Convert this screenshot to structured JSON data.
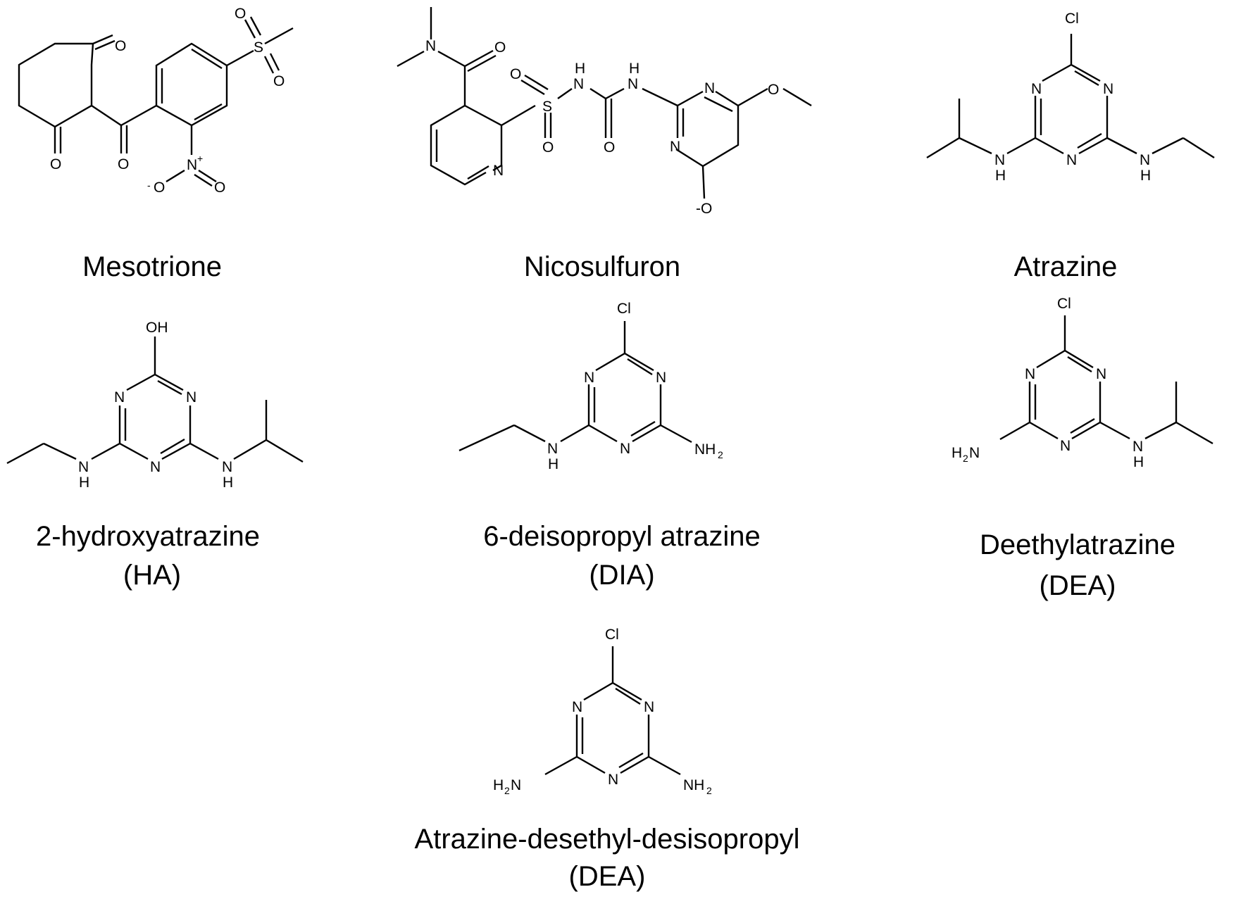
{
  "compounds": {
    "mesotrione": {
      "name": "Mesotrione"
    },
    "nicosulfuron": {
      "name": "Nicosulfuron"
    },
    "atrazine": {
      "name": "Atrazine"
    },
    "hydroxyatrazine": {
      "name": "2-hydroxyatrazine",
      "abbrev": "(HA)"
    },
    "dia": {
      "name": "6-deisopropyl atrazine",
      "abbrev": "(DIA)"
    },
    "dea": {
      "name": "Deethylatrazine",
      "abbrev": "(DEA)"
    },
    "dedia": {
      "name": "Atrazine-desethyl-desisopropyl",
      "abbrev": "(DEA)"
    }
  },
  "atoms": {
    "O": "O",
    "S": "S",
    "N": "N",
    "H": "H",
    "Cl": "Cl",
    "OH": "OH",
    "N_plus": "N",
    "plus": "+",
    "O_minus": "O",
    "minus": "-",
    "NH2": "NH",
    "H2N": "H",
    "two": "2",
    "O_dash": "-O"
  }
}
